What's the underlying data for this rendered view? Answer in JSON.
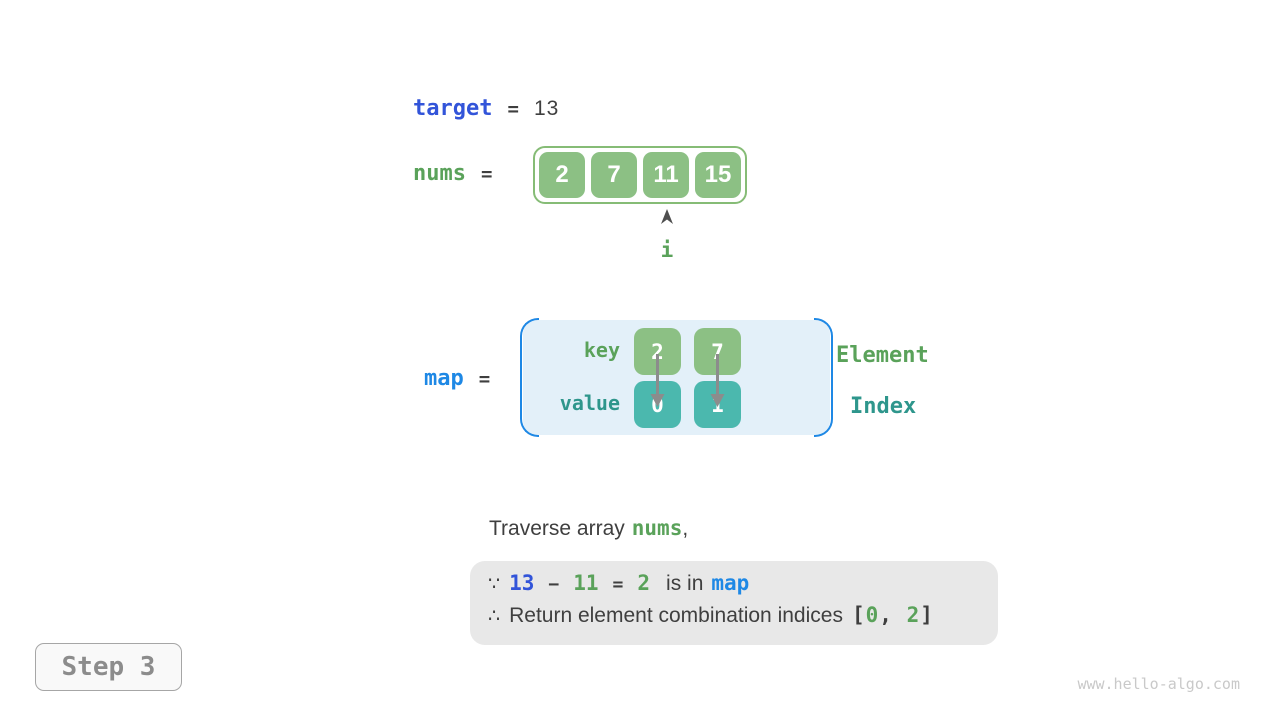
{
  "target_row": {
    "var": "target",
    "equals": "=",
    "value": "13"
  },
  "nums_row": {
    "var": "nums",
    "equals": "=",
    "cells": [
      "2",
      "7",
      "11",
      "15"
    ],
    "pointer_label": "i",
    "pointer_index": 2
  },
  "map_row": {
    "var": "map",
    "equals": "=",
    "key_label": "key",
    "value_label": "value",
    "entries": [
      {
        "key": "2",
        "value": "0"
      },
      {
        "key": "7",
        "value": "1"
      }
    ],
    "right_label_top": "Element",
    "right_label_bottom": "Index"
  },
  "caption": {
    "prefix": "Traverse array",
    "code": "nums",
    "suffix": ","
  },
  "conclusion": {
    "line1": {
      "because": "∵",
      "minuend": "13",
      "minus": "−",
      "subtrahend": "11",
      "equals": "=",
      "difference": "2",
      "text": "is in",
      "code": "map"
    },
    "line2": {
      "therefore": "∴",
      "text": "Return element combination indices",
      "bracket_open": "[",
      "index1": "0",
      "comma": ",",
      "index2": "2",
      "bracket_close": "]"
    }
  },
  "step_badge": {
    "label": "Step 3"
  },
  "watermark": {
    "text": "www.hello-algo.com"
  },
  "colors": {
    "blue_royal": "#3254d9",
    "blue_azure": "#1e88e5",
    "green_text": "#5aa25a",
    "teal_text": "#2e968c",
    "green_cell": "#8cc084",
    "green_border": "#86bc76",
    "teal_cell": "#4bb8ae",
    "ink": "#3f3f3f",
    "map_fill": "#e3f0f9",
    "map_stroke": "#1e88e5",
    "panel_gray": "#e8e8e8",
    "arrow_gray": "#8c8c8c",
    "pointer_gray": "#4f4f4f",
    "step_border": "#a6a6a6",
    "step_bg": "#f9f9f9",
    "step_text": "#8c8c8c",
    "muted": "#c9c9c9"
  }
}
